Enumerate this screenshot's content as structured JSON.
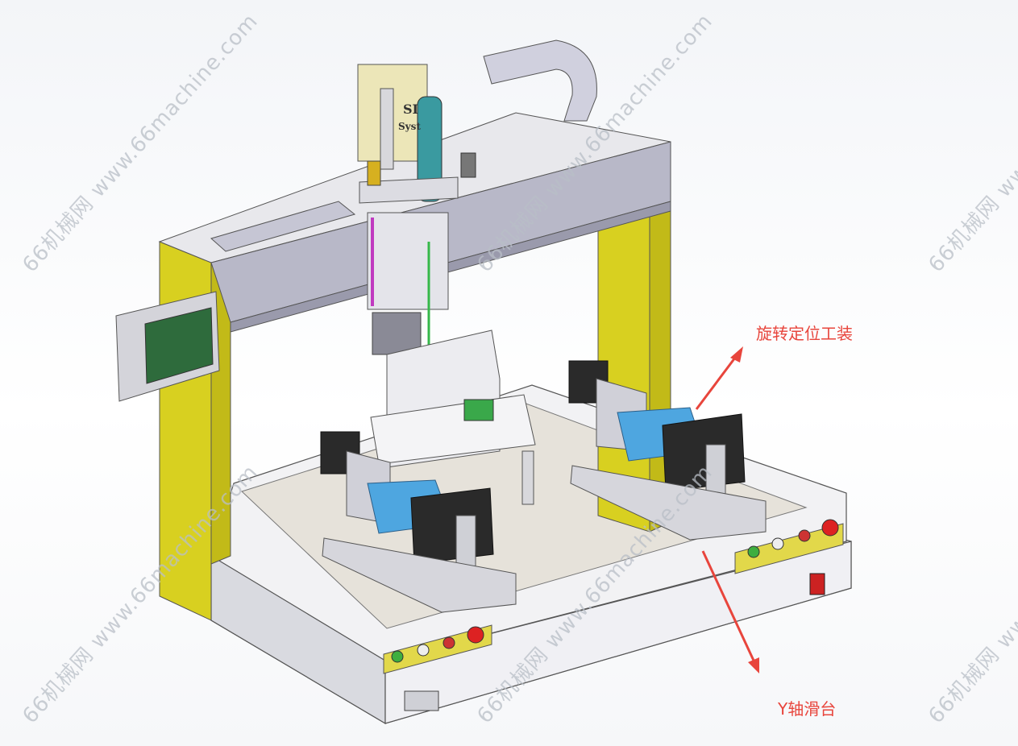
{
  "annotations": {
    "rotary_fixture": "旋转定位工装",
    "y_axis_slide": "Y轴滑台"
  },
  "watermark": "66机械网 www.66machine.com",
  "head_label": "SI",
  "head_sub_label": "Syst",
  "colors": {
    "frame_yellow": "#d8d020",
    "annotation_red": "#e8453c",
    "fixture_blue": "#4ea6e0",
    "screen_green": "#2e6b3c",
    "beam_gray": "#b8b8c8"
  }
}
